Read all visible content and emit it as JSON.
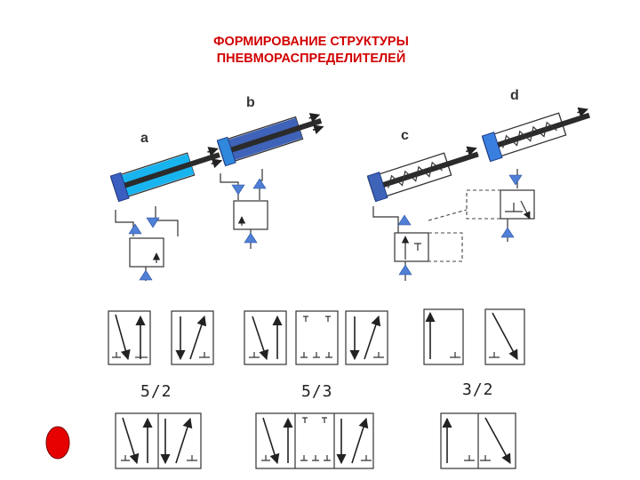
{
  "title": {
    "line1": "ФОРМИРОВАНИЕ СТРУКТУРЫ",
    "line2": "ПНЕВМОРАСПРЕДЕЛИТЕЛЕЙ"
  },
  "labels": {
    "a": "a",
    "b": "b",
    "c": "c",
    "d": "d"
  },
  "ratios": {
    "r52": "5/2",
    "r53": "5/3",
    "r32": "3/2"
  },
  "colors": {
    "title": "#d10000",
    "cylinder_a": "#18b4f0",
    "cylinder_b": "#3f63b8",
    "piston": "#3a7fe0",
    "pointer": "#e00000"
  },
  "icons": {
    "pointer": "red-dot-icon",
    "air_arrow": "blue-arrow-icon",
    "exhaust": "exhaust-tee-icon"
  }
}
